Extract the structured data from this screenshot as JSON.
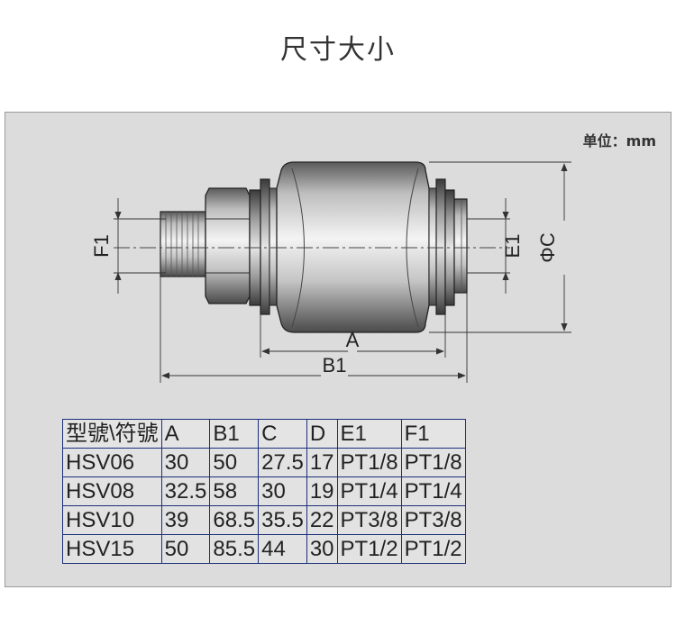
{
  "title": "尺寸大小",
  "unit_label": "单位：mm",
  "dimension_labels": {
    "A": "A",
    "B1": "B1",
    "C": "ΦC",
    "E1": "E1",
    "F1": "F1"
  },
  "table": {
    "headers": [
      "型號\\符號",
      "A",
      "B1",
      "C",
      "D",
      "E1",
      "F1"
    ],
    "rows": [
      [
        "HSV06",
        "30",
        "50",
        "27.5",
        "17",
        "PT1/8",
        "PT1/8"
      ],
      [
        "HSV08",
        "32.5",
        "58",
        "30",
        "19",
        "PT1/4",
        "PT1/4"
      ],
      [
        "HSV10",
        "39",
        "68.5",
        "35.5",
        "22",
        "PT3/8",
        "PT3/8"
      ],
      [
        "HSV15",
        "50",
        "85.5",
        "44",
        "30",
        "PT1/2",
        "PT1/2"
      ]
    ]
  }
}
